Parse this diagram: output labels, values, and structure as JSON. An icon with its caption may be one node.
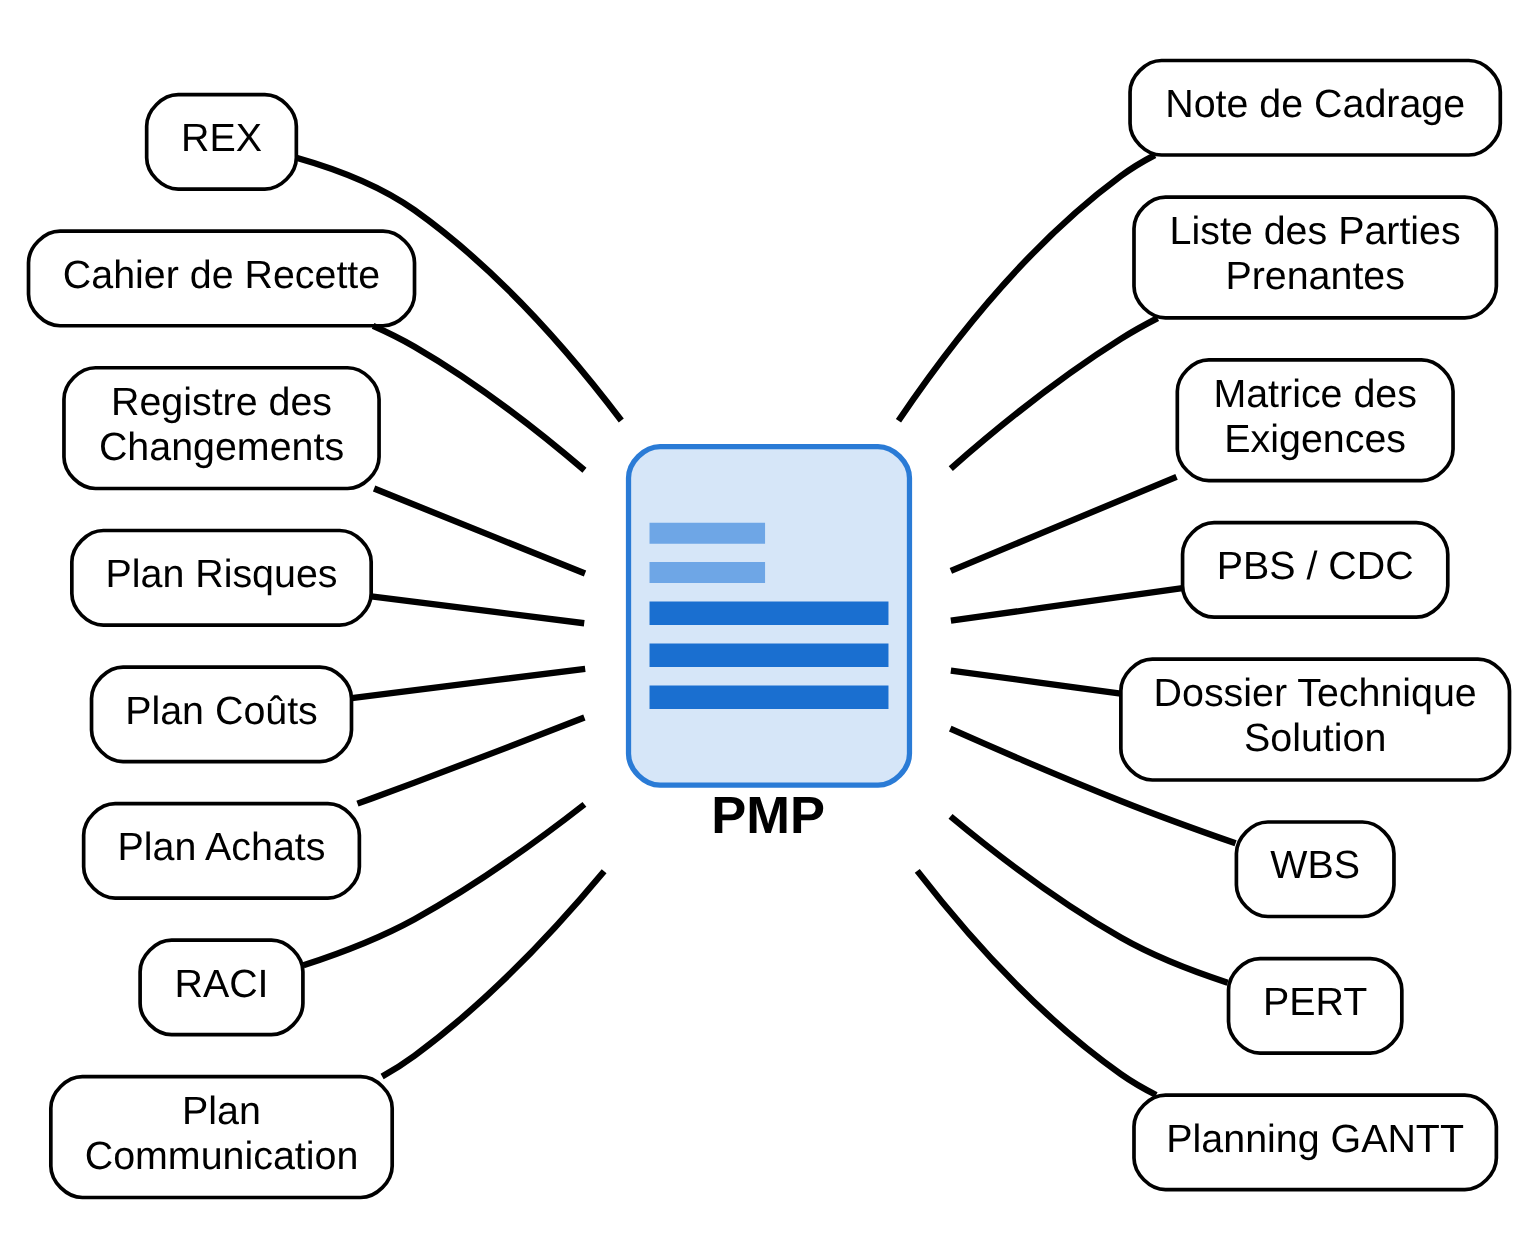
{
  "diagram": {
    "nodes": [
      {
        "text": [
          "PMP"
        ]
      },
      {
        "text": [
          "Note de Cadrage"
        ]
      },
      {
        "text": [
          "Liste des Parties Prenantes"
        ]
      },
      {
        "text": [
          "Matrice des Exigences"
        ]
      },
      {
        "text": [
          "PBS / CDC"
        ]
      },
      {
        "text": [
          "Dossier Technique Solution"
        ]
      },
      {
        "text": [
          "WBS"
        ]
      },
      {
        "text": [
          "PERT"
        ]
      },
      {
        "text": [
          "Planning GANTT"
        ]
      },
      {
        "text": [
          "Plan Communication"
        ]
      },
      {
        "text": [
          "RACI"
        ]
      },
      {
        "text": [
          "Plan Achats"
        ]
      },
      {
        "text": [
          "Plan Coûts"
        ]
      },
      {
        "text": [
          "Plan Risques"
        ]
      },
      {
        "text": [
          "Registre des Changements"
        ]
      },
      {
        "text": [
          "Cahier de Recette"
        ]
      },
      {
        "text": [
          "REX"
        ]
      }
    ],
    "edges": [
      {
        "from": 0,
        "to": 1,
        "arrow": "none"
      },
      {
        "from": 0,
        "to": 2,
        "arrow": "none"
      },
      {
        "from": 0,
        "to": 3,
        "arrow": "none"
      },
      {
        "from": 0,
        "to": 4,
        "arrow": "none"
      },
      {
        "from": 0,
        "to": 5,
        "arrow": "none"
      },
      {
        "from": 0,
        "to": 6,
        "arrow": "none"
      },
      {
        "from": 0,
        "to": 7,
        "arrow": "none"
      },
      {
        "from": 0,
        "to": 8,
        "arrow": "none"
      },
      {
        "from": 0,
        "to": 9,
        "arrow": "none"
      },
      {
        "from": 0,
        "to": 10,
        "arrow": "none"
      },
      {
        "from": 0,
        "to": 11,
        "arrow": "none"
      },
      {
        "from": 0,
        "to": 12,
        "arrow": "none"
      },
      {
        "from": 0,
        "to": 13,
        "arrow": "none"
      },
      {
        "from": 0,
        "to": 14,
        "arrow": "none"
      },
      {
        "from": 0,
        "to": 15,
        "arrow": "none"
      },
      {
        "from": 0,
        "to": 16,
        "arrow": "none"
      }
    ]
  }
}
